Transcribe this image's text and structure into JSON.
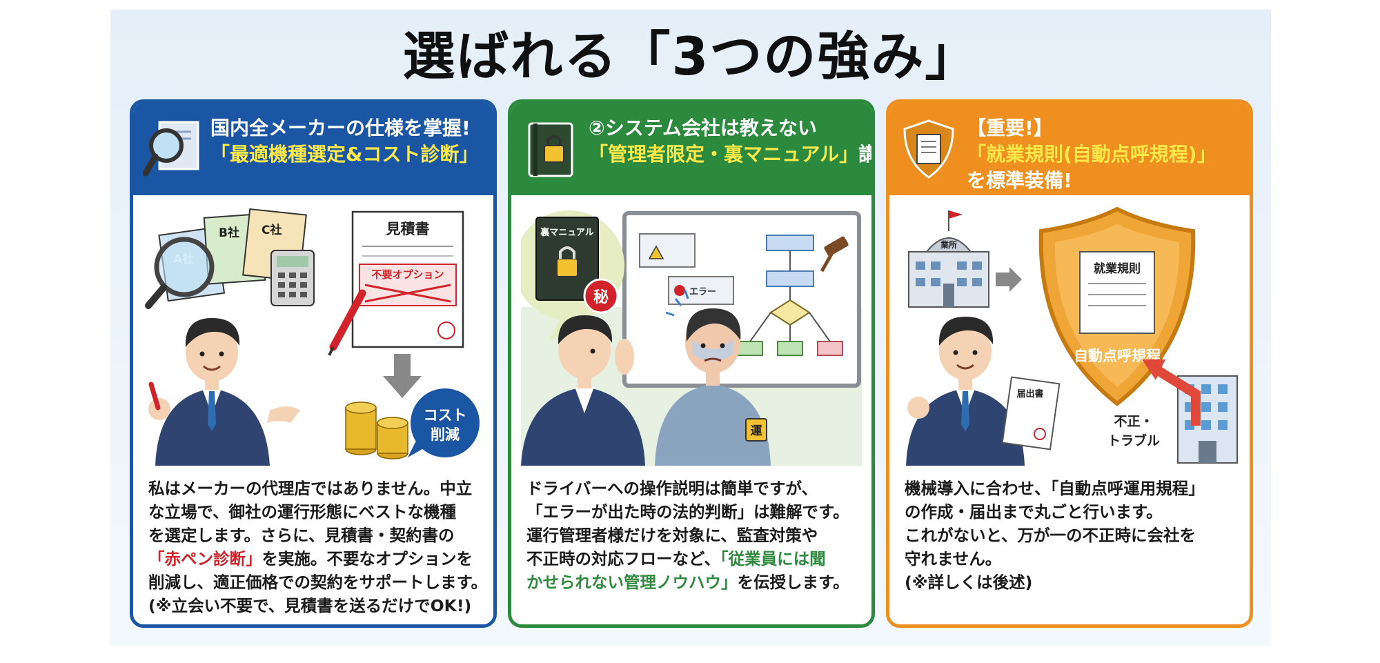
{
  "title": "選ばれる「3つの強み」",
  "cards": [
    {
      "header_line1": "国内全メーカーの仕様を掌握!",
      "header_line2": "「最適機種選定&コスト診断」",
      "illus": {
        "tag_a": "A社",
        "tag_b": "B社",
        "tag_c": "C社",
        "doc_title": "見積書",
        "doc_stamp": "不要オプション",
        "badge_l1": "コスト",
        "badge_l2": "削減"
      },
      "body": {
        "l1": "私はメーカーの代理店ではありません。中立",
        "l2": "な立場で、御社の運行形態にベストな機種",
        "l3": "を選定します。さらに、見積書・契約書の",
        "l4_red": "「赤ペン診断」",
        "l4_rest": "を実施。不要なオプションを",
        "l5": "削減し、適正価格での契約をサポートします。",
        "l6": "(※立会い不要で、見積書を送るだけでOK!)"
      },
      "colors": {
        "accent": "#1b56a4"
      }
    },
    {
      "header_line1": "②システム会社は教えない",
      "header_line2_hl": "「管理者限定・裏マニュアル」",
      "header_line2_rest": "講義",
      "illus": {
        "book_label": "裏マニュアル",
        "secret": "秘",
        "error_label": "エラー",
        "armband": "運"
      },
      "body": {
        "l1": "ドライバーへの操作説明は簡単ですが、",
        "l2": "「エラーが出た時の法的判断」は難解です。",
        "l3": "運行管理者様だけを対象に、監査対策や",
        "l4_pre": "不正時の対応フローなど、",
        "l4_grn": "「従業員には聞",
        "l5_grn": "かせられない管理ノウハウ」",
        "l5_rest": "を伝授します。"
      },
      "colors": {
        "accent": "#2b8a3e"
      }
    },
    {
      "header_line1": "【重要!】",
      "header_line2": "「就業規則(自動点呼規程)」",
      "header_line3": "を標準装備!",
      "illus": {
        "office_label": "業所",
        "shield_doc": "就業規則",
        "shield_text": "自動点呼規程",
        "form_label": "届出書",
        "threat_l1": "不正・",
        "threat_l2": "トラブル"
      },
      "body": {
        "l1": "機械導入に合わせ、「自動点呼運用規程」",
        "l2": "の作成・届出まで丸ごと行います。",
        "l3": "これがないと、万が一の不正時に会社を",
        "l4": "守れません。",
        "l5": "(※詳しくは後述)"
      },
      "colors": {
        "accent": "#ee8f1f"
      }
    }
  ]
}
